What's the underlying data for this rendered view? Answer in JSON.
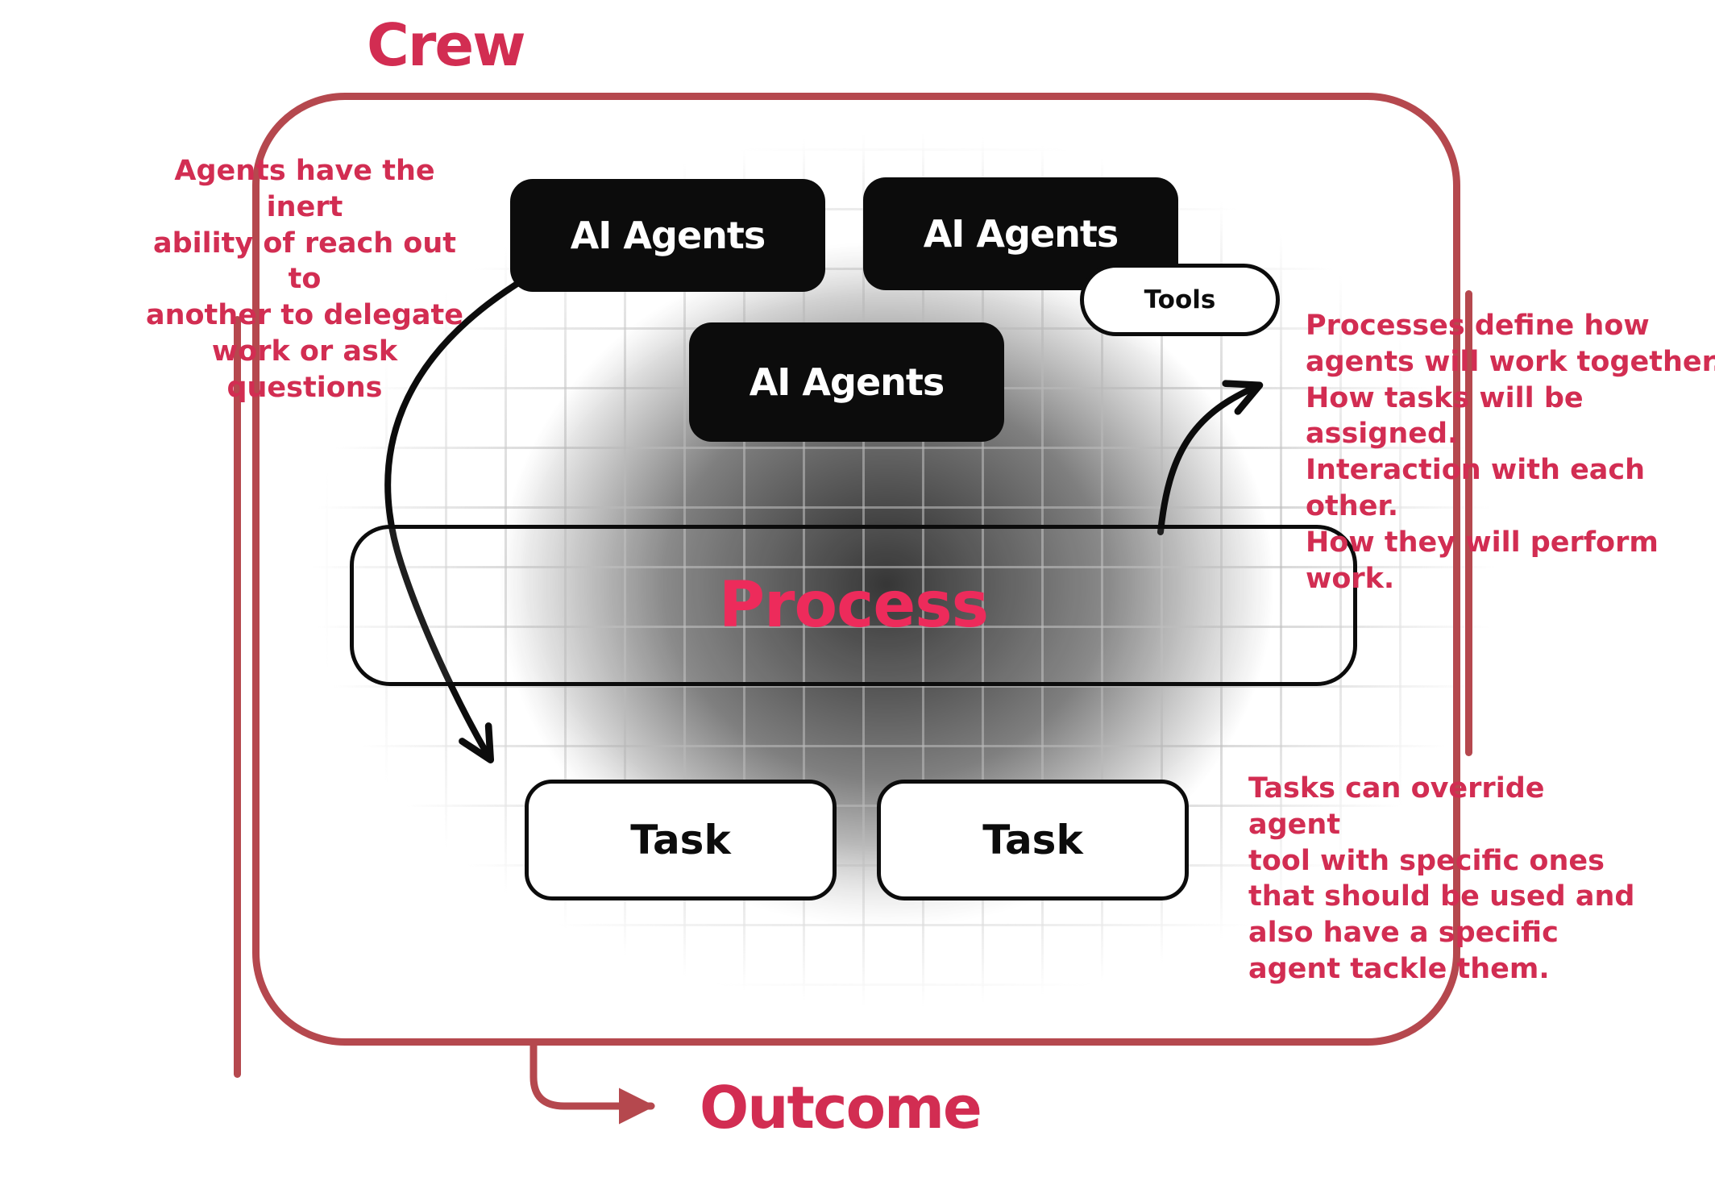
{
  "title": "Crew",
  "outcome_label": "Outcome",
  "boxes": {
    "agents1": "AI Agents",
    "agents2": "AI Agents",
    "agents3": "AI Agents",
    "tools": "Tools",
    "process": "Process",
    "task1": "Task",
    "task2": "Task"
  },
  "annotations": {
    "left": "Agents have the inert\nability of reach out to\nanother to delegate\nwork or ask questions",
    "right_top": "Processes define how\nagents will work together.\nHow tasks will be assigned.\nInteraction with each other.\nHow they will perform work.",
    "right_bottom": "Tasks can override agent\ntool with specific ones\nthat should be used and\nalso have a specific\nagent tackle them."
  },
  "colors": {
    "accent_crimson_text": "#d22d52",
    "boundary_crimson": "#b5484e",
    "process_pink": "#ed2b5b",
    "box_black": "#0c0c0c",
    "background": "#ffffff"
  }
}
